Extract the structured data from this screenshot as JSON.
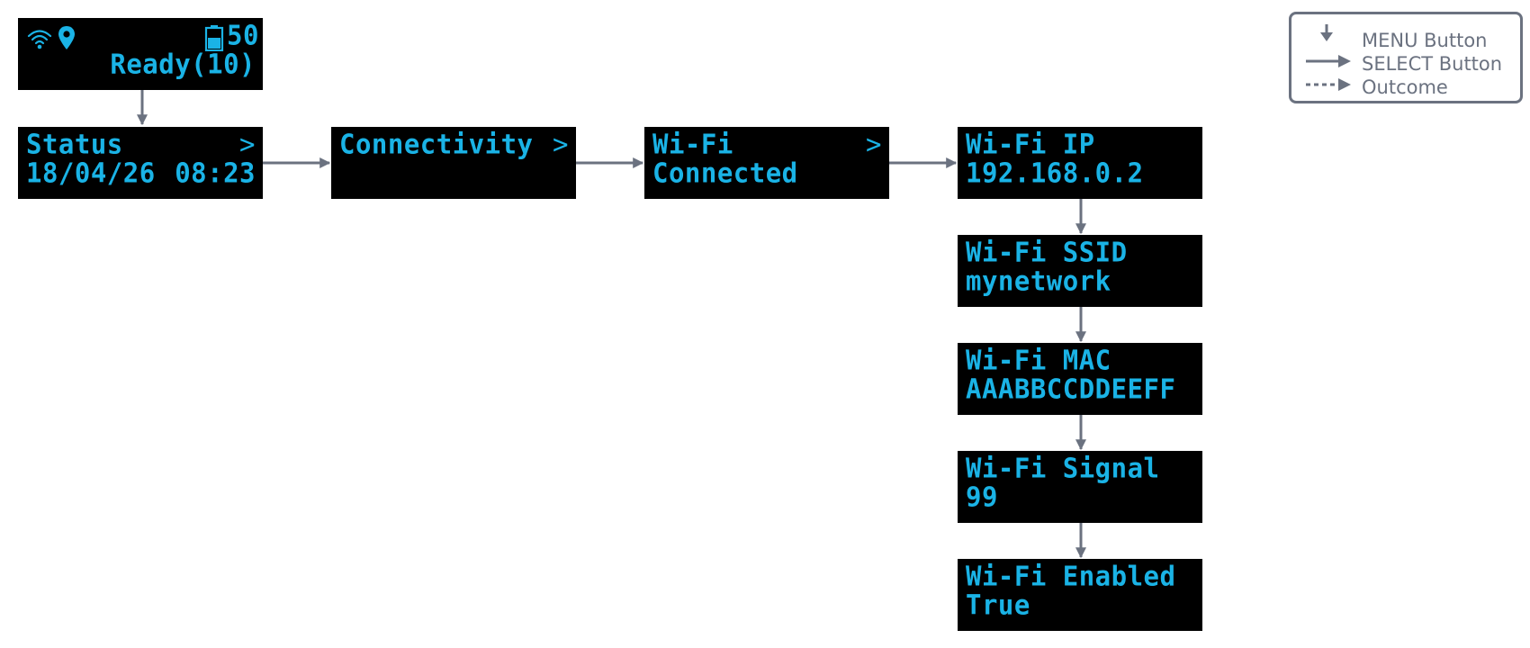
{
  "colors": {
    "screen_bg": "#000000",
    "screen_text": "#1ab3e6",
    "connector": "#6b7280",
    "legend_text": "#6b7280"
  },
  "home_screen": {
    "status_icons": [
      "wifi-icon",
      "location-pin-icon"
    ],
    "battery_icon": "battery-icon",
    "battery_level": "50",
    "state": "Ready(10)"
  },
  "status_screen": {
    "title": "Status",
    "date": "18/04/26",
    "time": "08:23",
    "chevron": ">"
  },
  "connectivity_screen": {
    "title": "Connectivity",
    "chevron": ">"
  },
  "wifi_screen": {
    "title": "Wi-Fi",
    "value": "Connected",
    "chevron": ">"
  },
  "wifi_ip_screen": {
    "title": "Wi-Fi IP",
    "value": "192.168.0.2"
  },
  "wifi_ssid_screen": {
    "title": "Wi-Fi SSID",
    "value": "mynetwork"
  },
  "wifi_mac_screen": {
    "title": "Wi-Fi MAC",
    "value": "AAABBCCDDEEFF"
  },
  "wifi_signal_screen": {
    "title": "Wi-Fi Signal",
    "value": "99"
  },
  "wifi_enabled_screen": {
    "title": "Wi-Fi Enabled",
    "value": "True"
  },
  "legend": {
    "menu_label": "MENU Button",
    "select_label": "SELECT Button",
    "outcome_label": "Outcome"
  }
}
